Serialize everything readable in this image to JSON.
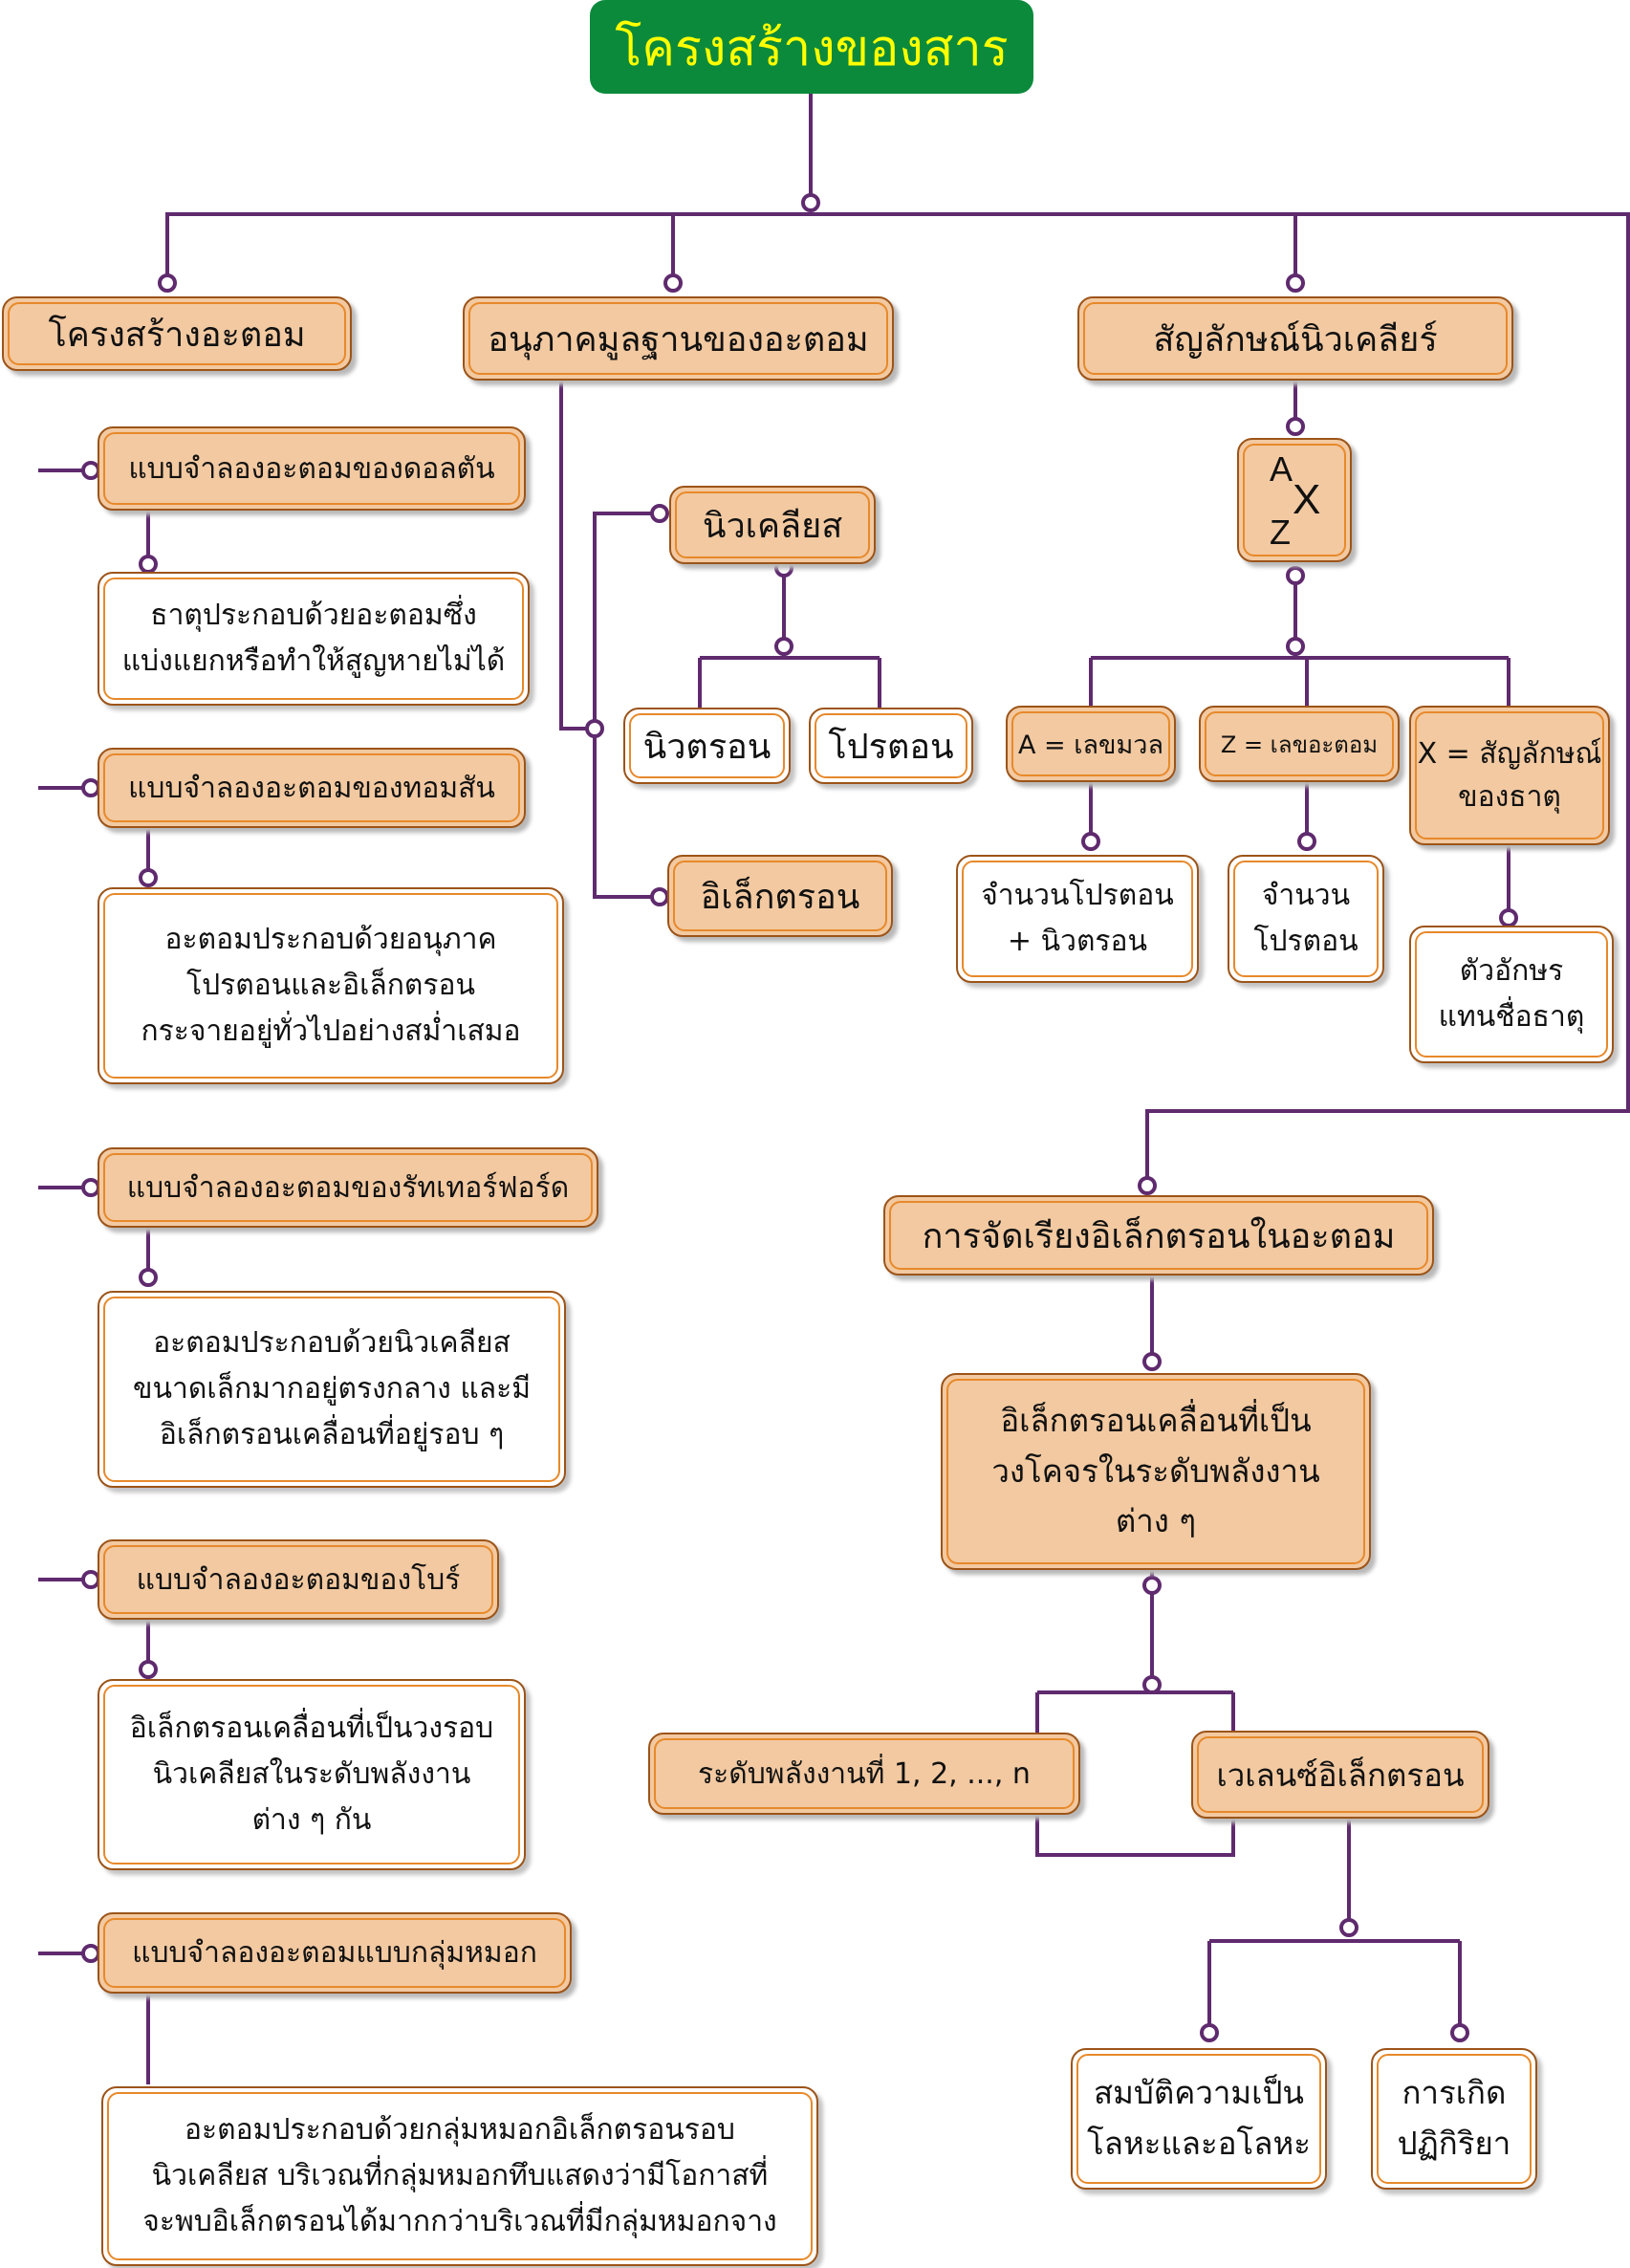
{
  "title": "โครงสร้างของสาร",
  "atom_structure": {
    "label": "โครงสร้างอะตอม",
    "models": [
      {
        "name": "แบบจำลองอะตอมของดอลตัน",
        "lines": [
          "ธาตุประกอบด้วยอะตอมซึ่ง",
          "แบ่งแยกหรือทำให้สูญหายไม่ได้"
        ]
      },
      {
        "name": "แบบจำลองอะตอมของทอมสัน",
        "lines": [
          "อะตอมประกอบด้วยอนุภาค",
          "โปรตอนและอิเล็กตรอน",
          "กระจายอยู่ทั่วไปอย่างสม่ำเสมอ"
        ]
      },
      {
        "name": "แบบจำลองอะตอมของรัทเทอร์ฟอร์ด",
        "lines": [
          "อะตอมประกอบด้วยนิวเคลียส",
          "ขนาดเล็กมากอยู่ตรงกลาง และมี",
          "อิเล็กตรอนเคลื่อนที่อยู่รอบ ๆ"
        ]
      },
      {
        "name": "แบบจำลองอะตอมของโบร์",
        "lines": [
          "อิเล็กตรอนเคลื่อนที่เป็นวงรอบ",
          "นิวเคลียสในระดับพลังงาน",
          "ต่าง ๆ กัน"
        ]
      },
      {
        "name": "แบบจำลองอะตอมแบบกลุ่มหมอก",
        "lines": [
          "อะตอมประกอบด้วยกลุ่มหมอกอิเล็กตรอนรอบ",
          "นิวเคลียส บริเวณที่กลุ่มหมอกทึบแสดงว่ามีโอกาสที่",
          "จะพบอิเล็กตรอนได้มากกว่าบริเวณที่มีกลุ่มหมอกจาง"
        ]
      }
    ]
  },
  "fundamental_particles": {
    "label": "อนุภาคมูลฐานของอะตอม",
    "nucleus": "นิวเคลียส",
    "neutron": "นิวตรอน",
    "proton": "โปรตอน",
    "electron": "อิเล็กตรอน"
  },
  "nuclear_symbol": {
    "label": "สัญลักษณ์นิวเคลียร์",
    "symbol": {
      "mass": "A",
      "element": "X",
      "atomic": "Z"
    },
    "mass_number": {
      "label": "A = เลขมวล",
      "desc": [
        "จำนวนโปรตอน",
        "+ นิวตรอน"
      ]
    },
    "atomic_number": {
      "label": "Z = เลขอะตอม",
      "desc": [
        "จำนวน",
        "โปรตอน"
      ]
    },
    "element_symbol": {
      "label": [
        "X = สัญลักษณ์",
        "ของธาตุ"
      ],
      "desc": [
        "ตัวอักษร",
        "แทนชื่อธาตุ"
      ]
    }
  },
  "electron_arrangement": {
    "label": "การจัดเรียงอิเล็กตรอนในอะตอม",
    "orbit": [
      "อิเล็กตรอนเคลื่อนที่เป็น",
      "วงโคจรในระดับพลังงาน",
      "ต่าง ๆ"
    ],
    "levels": "ระดับพลังงานที่ 1, 2, ..., n",
    "valence": "เวเลนซ์อิเล็กตรอน",
    "metal_property": [
      "สมบัติความเป็น",
      "โลหะและอโลหะ"
    ],
    "reaction": [
      "การเกิด",
      "ปฏิกิริยา"
    ]
  },
  "colors": {
    "line": "#5f2a6e",
    "title_bg": "#0b8a3c",
    "title_text": "#ffff00",
    "box_fill": "#f2c9a1",
    "box_border": "#e7892a"
  }
}
